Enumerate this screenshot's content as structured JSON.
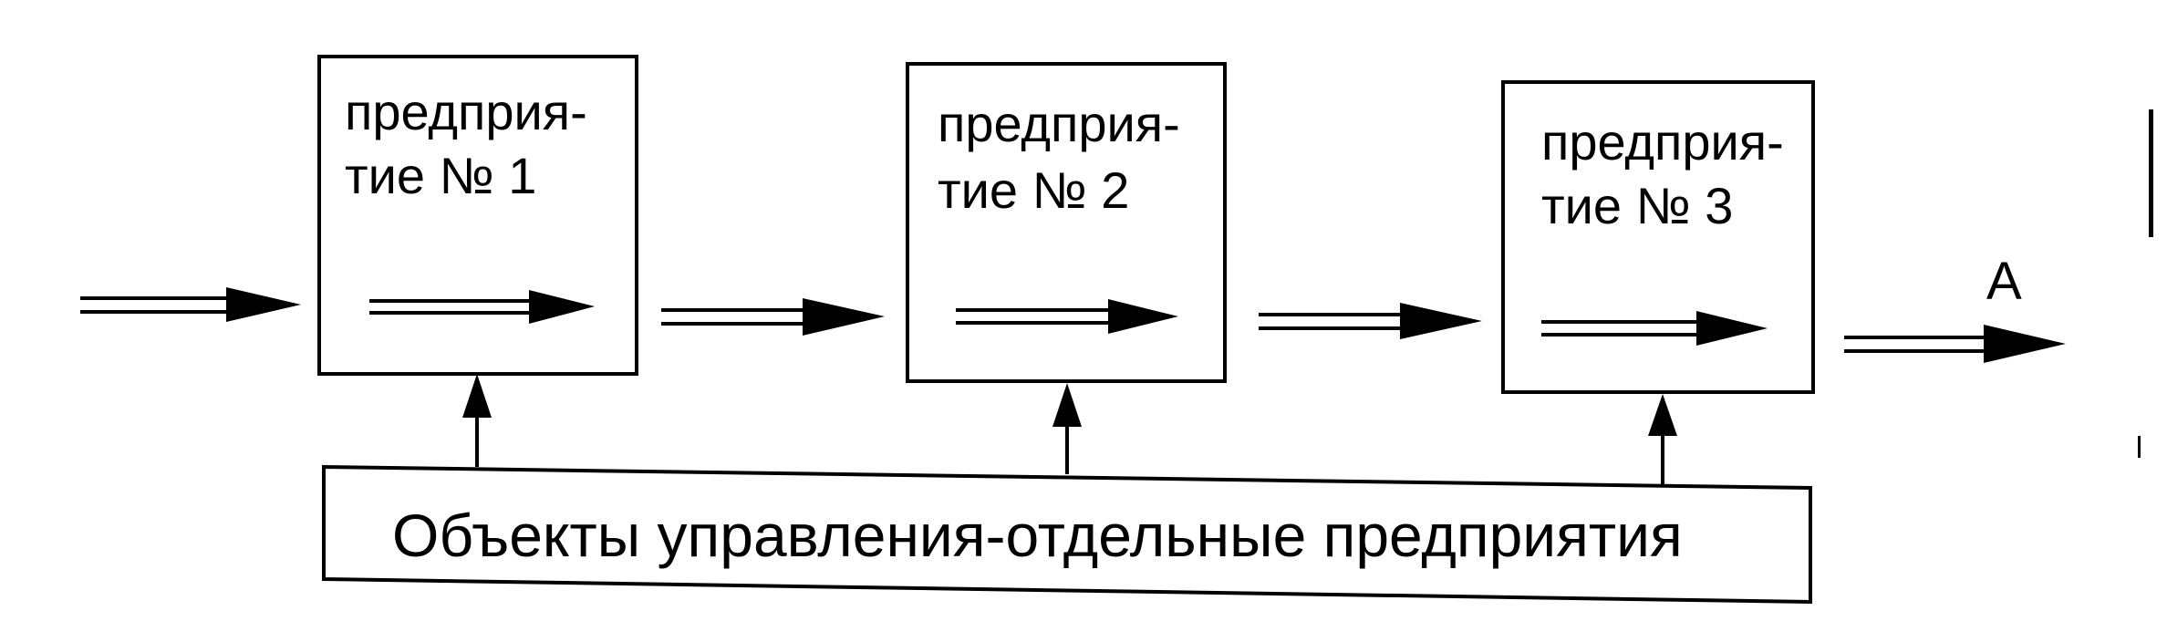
{
  "diagram": {
    "enterprises": [
      {
        "line1": "предприя-",
        "line2": "тие № 1"
      },
      {
        "line1": "предприя-",
        "line2": "тие № 2"
      },
      {
        "line1": "предприя-",
        "line2": "тие № 3"
      }
    ],
    "management_bar_label": "Объекты управления-отдельные предприятия",
    "output_label": "А"
  }
}
